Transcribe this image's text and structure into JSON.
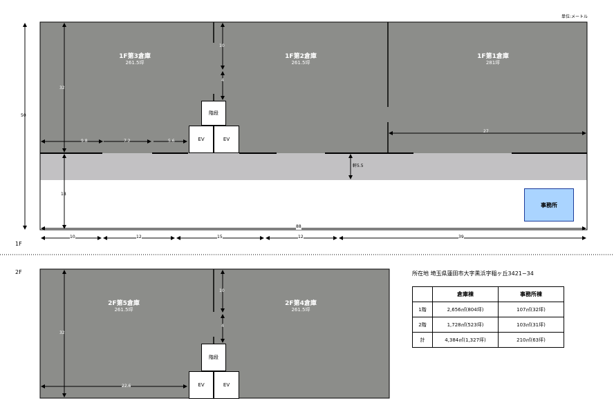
{
  "unit_note": "単位:メートル",
  "floor1_label": "1F",
  "floor2_label": "2F",
  "warehouses": {
    "f1_w3": {
      "name": "1F第3倉庫",
      "area": "261.5坪"
    },
    "f1_w2": {
      "name": "1F第2倉庫",
      "area": "261.5坪"
    },
    "f1_w1": {
      "name": "1F第1倉庫",
      "area": "281坪"
    },
    "f2_w5": {
      "name": "2F第5倉庫",
      "area": "261.5坪"
    },
    "f2_w4": {
      "name": "2F第4倉庫",
      "area": "261.5坪"
    }
  },
  "stairs_label": "階段",
  "ev_label": "EV",
  "office_label": "事務所",
  "eave_label": "軒5.5",
  "dimensions": {
    "total_height": "50",
    "warehouse_depth": "32",
    "yard_depth": "18",
    "w3_left": "9.8",
    "w3_mid": "7.2",
    "w3_right": "5.6",
    "to_ev_top": "10",
    "ev_gap": "4",
    "w1_width": "27",
    "total_width": "88",
    "bottom_1": "10",
    "bottom_2": "12",
    "bottom_3": "15",
    "bottom_4": "12",
    "bottom_5": "39",
    "f2_depth": "32",
    "f2_top": "10",
    "f2_gap": "4",
    "f2_width": "22.6"
  },
  "location": "所在地 埼玉県蓮田市大字黒浜字稲ヶ丘3421−34",
  "table": {
    "headers": [
      "",
      "倉庫棟",
      "事務所棟"
    ],
    "rows": [
      [
        "1階",
        "2,656㎡(804坪)",
        "107㎡(32坪)"
      ],
      [
        "2階",
        "1,728㎡(523坪)",
        "103㎡(31坪)"
      ],
      [
        "計",
        "4,384㎡(1,327坪)",
        "210㎡(63坪)"
      ]
    ]
  },
  "colors": {
    "warehouse": "#8c8d8a",
    "eave": "#c2c1c3",
    "office": "#aad4ff"
  }
}
